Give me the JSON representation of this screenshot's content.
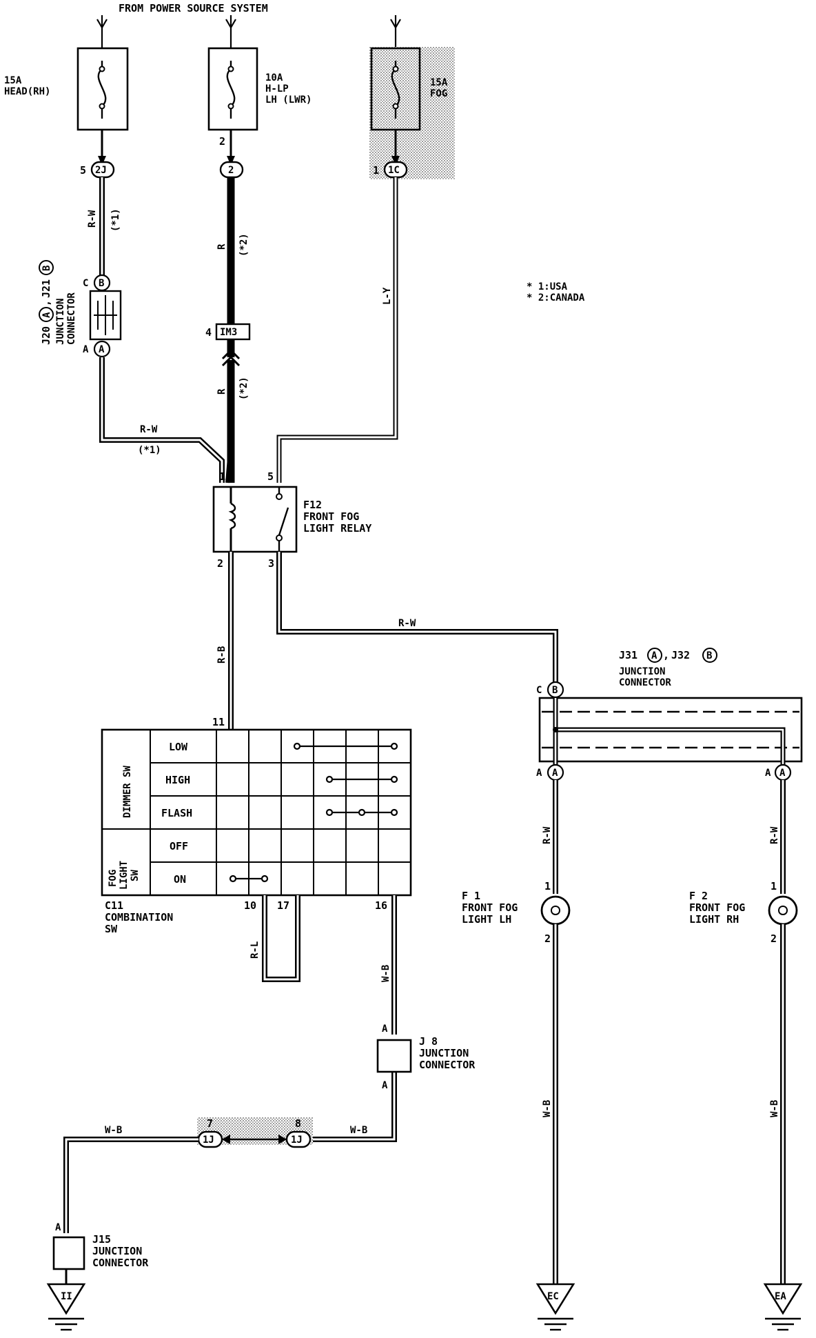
{
  "header": {
    "title": "FROM POWER SOURCE SYSTEM"
  },
  "fuses": [
    {
      "amp": "15A",
      "name": "HEAD(RH)"
    },
    {
      "amp": "10A",
      "name1": "H-LP",
      "name2": "LH (LWR)"
    },
    {
      "amp": "15A",
      "name": "FOG"
    }
  ],
  "connectors": {
    "c2j": {
      "pin": "5",
      "id": "2J"
    },
    "c2": {
      "pin": "2",
      "id": "2",
      "fuse_pin": "2"
    },
    "c1c": {
      "pin": "1",
      "id": "1C"
    },
    "im3": {
      "pin": "4",
      "id": "IM3"
    },
    "jB": "B",
    "jA": "A",
    "jC": "C"
  },
  "notes": {
    "n1": "* 1:USA",
    "n2": "* 2:CANADA"
  },
  "wires": {
    "rw": "R-W",
    "r": "R",
    "ly": "L-Y",
    "rb": "R-B",
    "rl": "R-L",
    "wb": "W-B",
    "star1": "(*1)",
    "star2": "(*2)"
  },
  "junctions": {
    "j20": {
      "name1": "J20",
      "badge1": "A",
      "name2": "J21",
      "badge2": "B",
      "line1": "JUNCTION",
      "line2": "CONNECTOR"
    },
    "j31": {
      "name1": "J31",
      "badge1": "A",
      "name2": "J32",
      "badge2": "B",
      "line1": "JUNCTION",
      "line2": "CONNECTOR"
    },
    "j8": {
      "name": "J 8",
      "line1": "JUNCTION",
      "line2": "CONNECTOR"
    },
    "j15": {
      "name": "J15",
      "line1": "JUNCTION",
      "line2": "CONNECTOR"
    }
  },
  "relay": {
    "id": "F12",
    "line1": "FRONT FOG",
    "line2": "LIGHT RELAY",
    "pin1": "1",
    "pin5": "5",
    "pin2": "2",
    "pin3": "3"
  },
  "switch": {
    "id": "C11",
    "line1": "COMBINATION",
    "line2": "SW",
    "group1": "DIMMER SW",
    "group2_l1": "FOG",
    "group2_l2": "LIGHT",
    "group2_l3": "SW",
    "rows": [
      "LOW",
      "HIGH",
      "FLASH",
      "OFF",
      "ON"
    ],
    "pin_top": "11",
    "pin10": "10",
    "pin17": "17",
    "pin16": "16"
  },
  "lights": [
    {
      "id": "F 1",
      "line1": "FRONT FOG",
      "line2": "LIGHT LH",
      "pin1": "1",
      "pin2": "2"
    },
    {
      "id": "F 2",
      "line1": "FRONT FOG",
      "line2": "LIGHT RH",
      "pin1": "1",
      "pin2": "2"
    }
  ],
  "splice": {
    "id": "1J",
    "pin7": "7",
    "pin8": "8"
  },
  "grounds": [
    "II",
    "EC",
    "EA"
  ]
}
